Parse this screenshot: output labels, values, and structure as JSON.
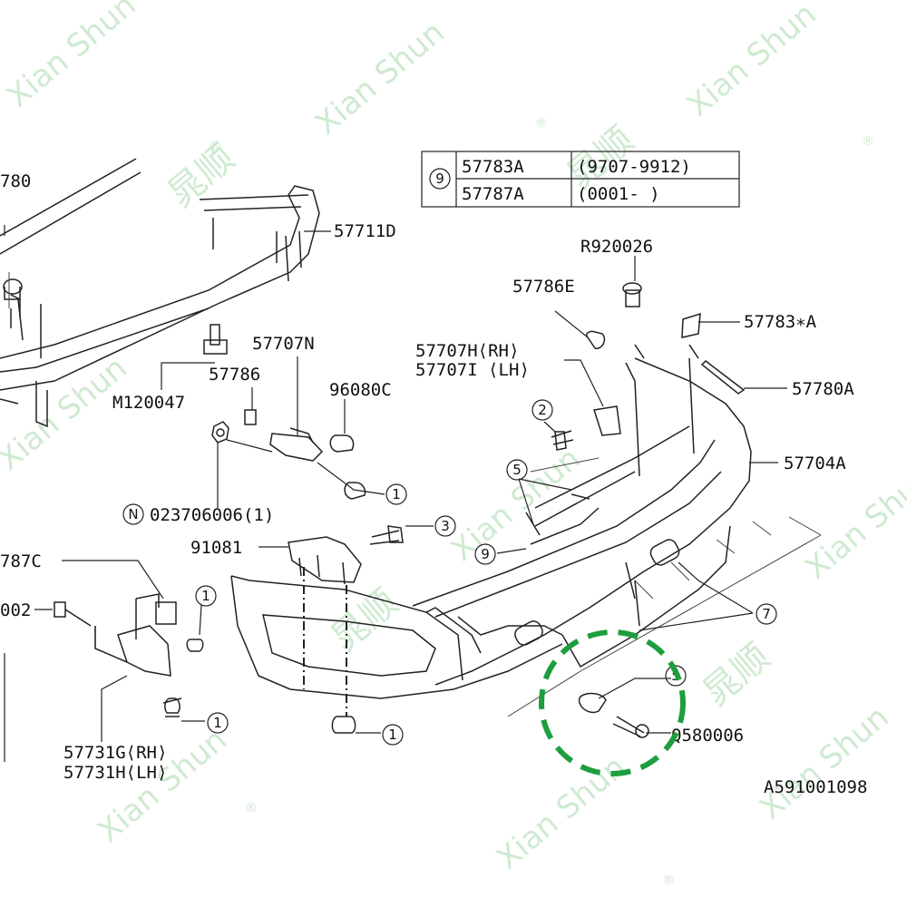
{
  "diagram": {
    "drawing_code": "A591001098",
    "watermark": {
      "latin": "Xian Shun",
      "chinese": "晁顺",
      "registered": "®"
    },
    "table": {
      "ref": "9",
      "rows": [
        {
          "part": "57783A",
          "range": "(9707-9912)"
        },
        {
          "part": "57787A",
          "range": "(0001-      )"
        }
      ]
    },
    "labels": {
      "p57780_cut": "780",
      "p57711D": "57711D",
      "R920026": "R920026",
      "p57786E": "57786E",
      "p57783A_star": "57783∗A",
      "p57707H": "57707H⟨RH⟩",
      "p57707I": "57707I ⟨LH⟩",
      "p57780A": "57780A",
      "p57704A": "57704A",
      "p57707N": "57707N",
      "p57786": "57786",
      "p96080C": "96080C",
      "M120047": "M120047",
      "N023706006": "023706006(1)",
      "N_mark": "N",
      "p91081": "91081",
      "p57787C_cut": "787C",
      "p002_cut": "002",
      "p57731G": "57731G⟨RH⟩",
      "p57731H": "57731H⟨LH⟩",
      "Q580006": "Q580006"
    },
    "callouts": {
      "c1": "1",
      "c2": "2",
      "c3": "3",
      "c5": "5",
      "c7": "7",
      "c9": "9"
    },
    "highlight_color": "#1e9e3e",
    "watermark_color": "#a9d9ab"
  }
}
